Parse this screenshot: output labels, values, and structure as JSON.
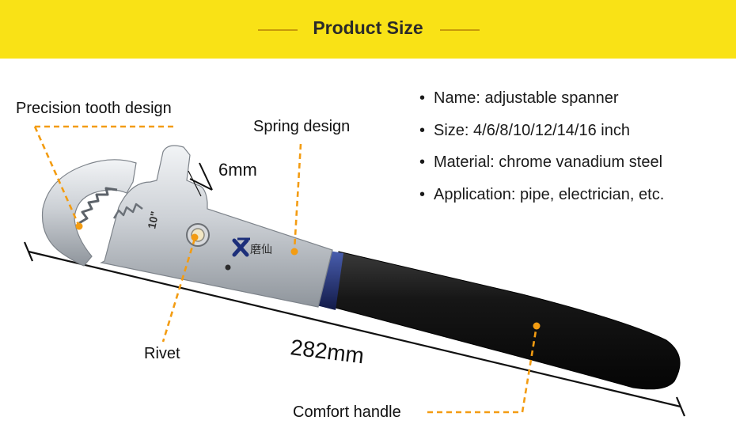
{
  "banner": {
    "title": "Product Size",
    "background": "#f9e216",
    "rule_color": "#c79a0a"
  },
  "callouts": {
    "tooth": "Precision tooth design",
    "spring": "Spring design",
    "rivet": "Rivet",
    "handle": "Comfort handle",
    "jaw_size": "6mm",
    "length": "282mm"
  },
  "specs": [
    {
      "bullet": "•",
      "text": "Name: adjustable spanner"
    },
    {
      "bullet": "•",
      "text": "Size: 4/6/8/10/12/14/16 inch"
    },
    {
      "bullet": "•",
      "text": "Material: chrome vanadium steel"
    },
    {
      "bullet": "•",
      "text": "Application: pipe, electrician, etc."
    }
  ],
  "product": {
    "size_marking": "10\"",
    "logo_text": "磨仙"
  },
  "colors": {
    "leader_line": "#f39c12",
    "handle": "#151515",
    "metal": "#c9cdd2",
    "collar": "#1c2a6b"
  }
}
